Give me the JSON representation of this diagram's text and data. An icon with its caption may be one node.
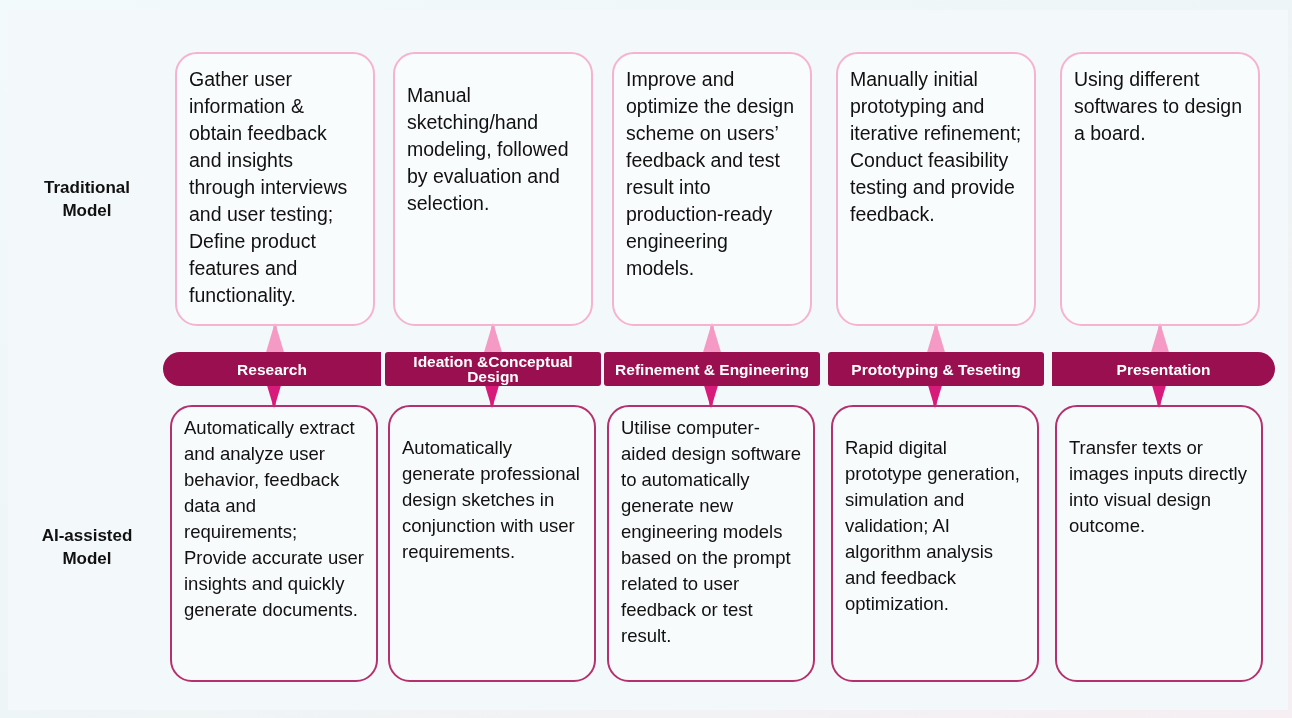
{
  "diagram": {
    "nodes": [
      {
        "text": [
          "Gather user information & obtain feedback and insights through interviews and user testing; Define product features and functionality."
        ]
      },
      {
        "text": [
          "Manual sketching/hand modeling, followed by evaluation and selection."
        ]
      },
      {
        "text": [
          "Improve and optimize the design scheme on users’ feedback and test result into production-ready engineering models."
        ]
      },
      {
        "text": [
          "Manually initial prototyping and iterative refinement; Conduct feasibility testing and provide feedback."
        ]
      },
      {
        "text": [
          "Using different softwares to design a board."
        ]
      },
      {
        "text": [
          "Research"
        ]
      },
      {
        "text": [
          "Ideation &Conceptual Design"
        ]
      },
      {
        "text": [
          "Refinement & Engineering"
        ]
      },
      {
        "text": [
          "Prototyping & Teseting"
        ]
      },
      {
        "text": [
          "Presentation"
        ]
      },
      {
        "text": [
          "Automatically extract and analyze user behavior, feedback data and requirements; Provide accurate user insights and quickly generate documents."
        ]
      },
      {
        "text": [
          "Automatically generate professional design sketches in conjunction with user requirements."
        ]
      },
      {
        "text": [
          "Utilise computer-aided design software to automatically generate new engineering models based on the prompt related to user feedback or test result."
        ]
      },
      {
        "text": [
          "Rapid digital prototype generation, simulation and validation; AI algorithm analysis and feedback optimization."
        ]
      },
      {
        "text": [
          "Transfer texts or images inputs directly into visual design outcome."
        ]
      }
    ],
    "edges": [
      {
        "from": 5,
        "to": 0,
        "arrow": "to"
      },
      {
        "from": 5,
        "to": 10,
        "arrow": "to",
        "color": "#d81b7a"
      },
      {
        "from": 6,
        "to": 1,
        "arrow": "to"
      },
      {
        "from": 6,
        "to": 11,
        "arrow": "to",
        "color": "#d81b7a"
      },
      {
        "from": 7,
        "to": 2,
        "arrow": "to"
      },
      {
        "from": 7,
        "to": 12,
        "arrow": "to",
        "color": "#d81b7a"
      },
      {
        "from": 8,
        "to": 3,
        "arrow": "to"
      },
      {
        "from": 8,
        "to": 13,
        "arrow": "to",
        "color": "#d81b7a"
      },
      {
        "from": 9,
        "to": 4,
        "arrow": "to"
      },
      {
        "from": 9,
        "to": 14,
        "arrow": "to",
        "color": "#d81b7a"
      }
    ],
    "labels": [
      "Traditional Model",
      "AI-assisted Model"
    ]
  }
}
